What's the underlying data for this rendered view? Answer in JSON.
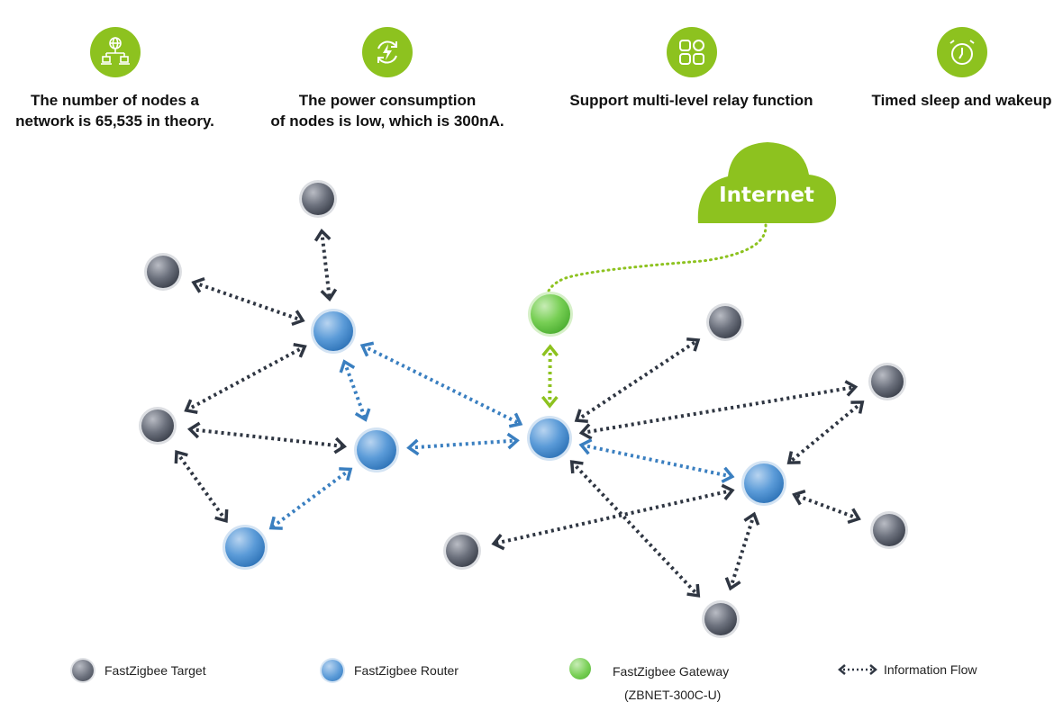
{
  "features": [
    {
      "icon": "network-icon",
      "lines": [
        "The number of nodes a",
        "network is 65,535 in theory."
      ]
    },
    {
      "icon": "power-cycle-icon",
      "lines": [
        "The power consumption",
        "of nodes is low, which is 300nA."
      ]
    },
    {
      "icon": "relay-grid-icon",
      "lines": [
        "Support multi-level relay function"
      ]
    },
    {
      "icon": "alarm-clock-icon",
      "lines": [
        "Timed sleep and wakeup"
      ]
    }
  ],
  "cloud": {
    "label": "Internet"
  },
  "colors": {
    "accent_green": "#8dc21f",
    "target_gray": "#5d6270",
    "router_blue": "#4a8fd0",
    "gateway_green": "#6cc94a",
    "arrow_dark": "#2f3642",
    "arrow_blue": "#3a7fc0",
    "arrow_green": "#8dc21f"
  },
  "nodes": [
    {
      "id": "t1",
      "type": "target"
    },
    {
      "id": "t2",
      "type": "target"
    },
    {
      "id": "t3",
      "type": "target"
    },
    {
      "id": "t4",
      "type": "target"
    },
    {
      "id": "t5",
      "type": "target"
    },
    {
      "id": "t6",
      "type": "target"
    },
    {
      "id": "t7",
      "type": "target"
    },
    {
      "id": "t8",
      "type": "target"
    },
    {
      "id": "r1",
      "type": "router"
    },
    {
      "id": "r2",
      "type": "router"
    },
    {
      "id": "r3",
      "type": "router"
    },
    {
      "id": "r4",
      "type": "router"
    },
    {
      "id": "r5",
      "type": "router"
    },
    {
      "id": "g1",
      "type": "gateway"
    }
  ],
  "edges": [
    {
      "from": "t1",
      "to": "r1",
      "kind": "dark"
    },
    {
      "from": "t2",
      "to": "r1",
      "kind": "dark"
    },
    {
      "from": "t3",
      "to": "r1",
      "kind": "dark"
    },
    {
      "from": "t3",
      "to": "r2",
      "kind": "dark"
    },
    {
      "from": "t3",
      "to": "r3",
      "kind": "dark"
    },
    {
      "from": "r1",
      "to": "r2",
      "kind": "blue"
    },
    {
      "from": "r1",
      "to": "r4",
      "kind": "blue"
    },
    {
      "from": "r2",
      "to": "r3",
      "kind": "blue"
    },
    {
      "from": "r2",
      "to": "r4",
      "kind": "blue"
    },
    {
      "from": "g1",
      "to": "r4",
      "kind": "green"
    },
    {
      "from": "r4",
      "to": "t4",
      "kind": "dark"
    },
    {
      "from": "r4",
      "to": "t5",
      "kind": "dark"
    },
    {
      "from": "r4",
      "to": "t8",
      "kind": "dark"
    },
    {
      "from": "r4",
      "to": "r5",
      "kind": "blue"
    },
    {
      "from": "t5",
      "to": "r5",
      "kind": "dark"
    },
    {
      "from": "t6",
      "to": "r5",
      "kind": "dark"
    },
    {
      "from": "r5",
      "to": "t7",
      "kind": "dark"
    },
    {
      "from": "r5",
      "to": "t8",
      "kind": "dark"
    }
  ],
  "legend": {
    "target": "FastZigbee Target",
    "router": "FastZigbee Router",
    "gateway": "FastZigbee Gateway",
    "gateway_model": "(ZBNET-300C-U)",
    "flow": "Information Flow"
  }
}
